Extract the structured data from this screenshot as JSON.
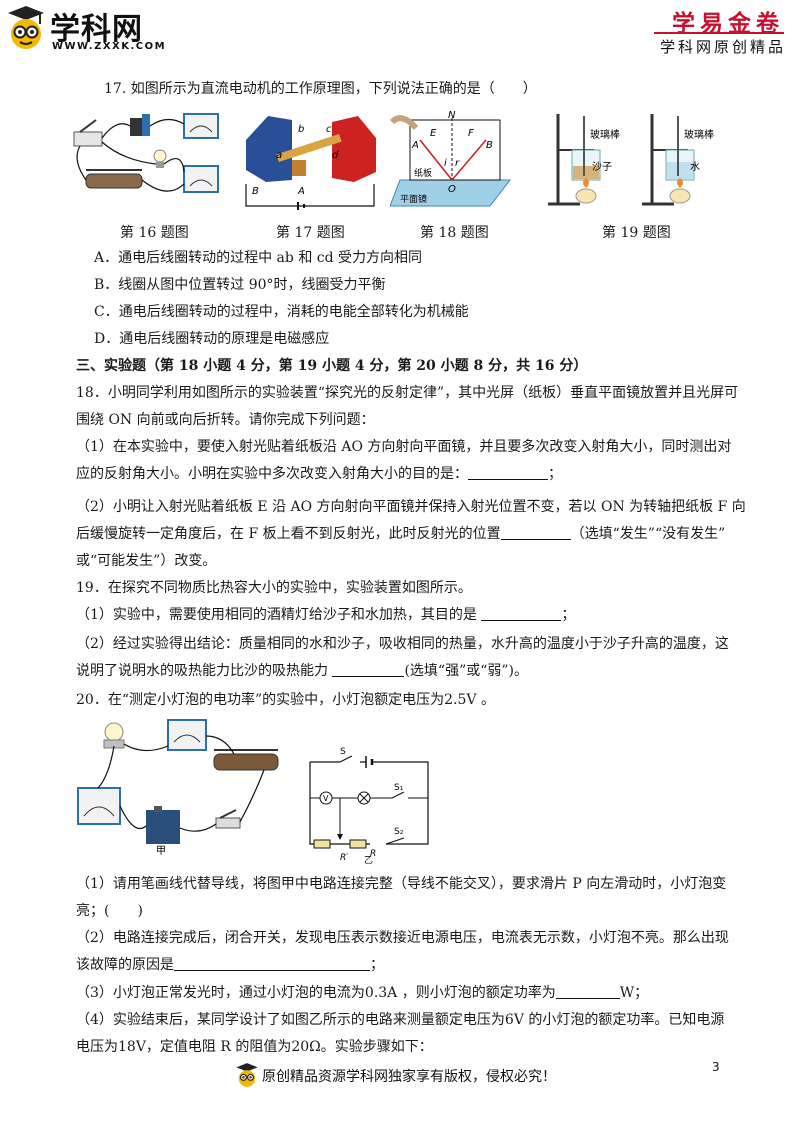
{
  "header": {
    "logo_text": "学科网",
    "logo_url": "WWW.ZXXK.COM",
    "brand_title": "学易金卷",
    "brand_subtitle": "学科网原创精品"
  },
  "q17": {
    "stem": "17. 如图所示为直流电动机的工作原理图，下列说法正确的是（　　）",
    "options": [
      "A．通电后线圈转动的过程中 ab 和 cd  受力方向相同",
      "B．线圈从图中位置转过 90°时，线圈受力平衡",
      "C．通电后线圈转动的过程中，消耗的电能全部转化为机械能",
      "D．通电后线圈转动的原理是电磁感应"
    ]
  },
  "figures": {
    "captions": [
      "第 16 题图",
      "第 17 题图",
      "第 18 题图",
      "第 19 题图"
    ],
    "fig17_labels": [
      "a",
      "b",
      "c",
      "d",
      "B",
      "A"
    ],
    "fig18_labels": [
      "N",
      "E",
      "F",
      "A",
      "B",
      "i",
      "r",
      "O",
      "纸板",
      "平面镜"
    ],
    "fig19_labels": [
      "玻璃棒",
      "沙子",
      "玻璃棒",
      "水"
    ],
    "fig20_labels": [
      "甲",
      "S",
      "V",
      "S₁",
      "R′",
      "R",
      "S₂",
      "乙"
    ]
  },
  "section3": {
    "title": "三、实验题（第 18 小题 4 分，第 19 小题 4 分，第 20 小题 8 分，共 16 分）"
  },
  "q18": {
    "lines": [
      "18．小明同学利用如图所示的实验装置“探究光的反射定律”，其中光屏（纸板）垂直平面镜放置并且光屏可",
      "围绕 ON 向前或向后折转。请你完成下列问题：",
      "（1）在本实验中，要使入射光贴着纸板沿 AO 方向射向平面镜，并且要多次改变入射角大小，同时测出对",
      "应的反射角大小。小明在实验中多次改变入射角大小的目的是：",
      "；",
      "（2）小明让入射光贴着纸板 E 沿 AO 方向射向平面镜并保持入射光位置不变，若以 ON 为转轴把纸板 F 向",
      "后缓慢旋转一定角度后，在 F 板上看不到反射光，此时反射光的位置",
      "（选填“发生”“没有发生”",
      "或“可能发生”）改变。"
    ]
  },
  "q19": {
    "lines": [
      "19．在探究不同物质比热容大小的实验中，实验装置如图所示。",
      "（1）实验中，需要使用相同的酒精灯给沙子和水加热，其目的是 ",
      "；",
      "（2）经过实验得出结论：质量相同的水和沙子，吸收相同的热量，水升高的温度小于沙子升高的温度，这",
      "说明了说明水的吸热能力比沙的吸热能力 ",
      "(选填“强”或“弱”)。"
    ]
  },
  "q20": {
    "stem": "20．在“测定小灯泡的电功率”的实验中，小灯泡额定电压为2.5V 。",
    "lines": [
      "（1）请用笔画线代替导线，将图甲中电路连接完整（导线不能交叉），要求滑片 P 向左滑动时，小灯泡变",
      "亮；(　　)",
      "（2）电路连接完成后，闭合开关，发现电压表示数接近电源电压，电流表无示数，小灯泡不亮。那么出现",
      "该故障的原因是",
      "；",
      "（3）小灯泡正常发光时，通过小灯泡的电流为0.3A ，则小灯泡的额定功率为",
      "W；",
      "（4）实验结束后，某同学设计了如图乙所示的电路来测量额定电压为6V 的小灯泡的额定功率。已知电源",
      "电压为18V，定值电阻 R 的阻值为20Ω。实验步骤如下："
    ]
  },
  "footer": {
    "copyright": "原创精品资源学科网独家享有版权，侵权必究！",
    "page_number": "3"
  },
  "colors": {
    "brand_red": "#c8102e",
    "mascot_yellow": "#f5b800"
  }
}
